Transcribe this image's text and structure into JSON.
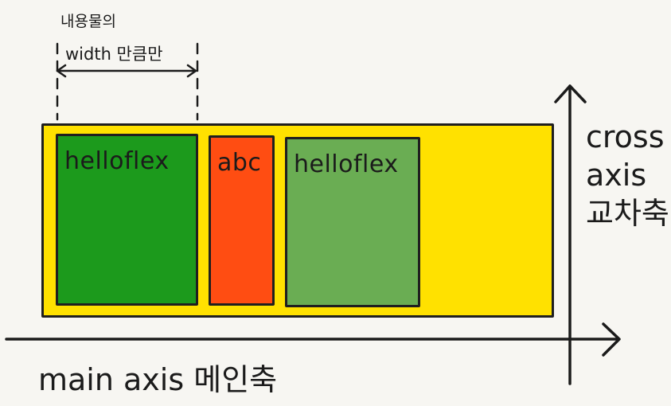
{
  "annotation": {
    "line1": "내용물의",
    "line2": "width 만큼만"
  },
  "items": [
    {
      "label": "helloflex",
      "color": "#1c9a1c"
    },
    {
      "label": "abc",
      "color": "#ff4d12"
    },
    {
      "label": "helloflex",
      "color": "#6aad53"
    }
  ],
  "container": {
    "color": "#ffe100"
  },
  "cross_axis": {
    "line1": "cross",
    "line2": "axis",
    "line3": "교차축"
  },
  "main_axis": {
    "label": "main axis 메인축"
  }
}
